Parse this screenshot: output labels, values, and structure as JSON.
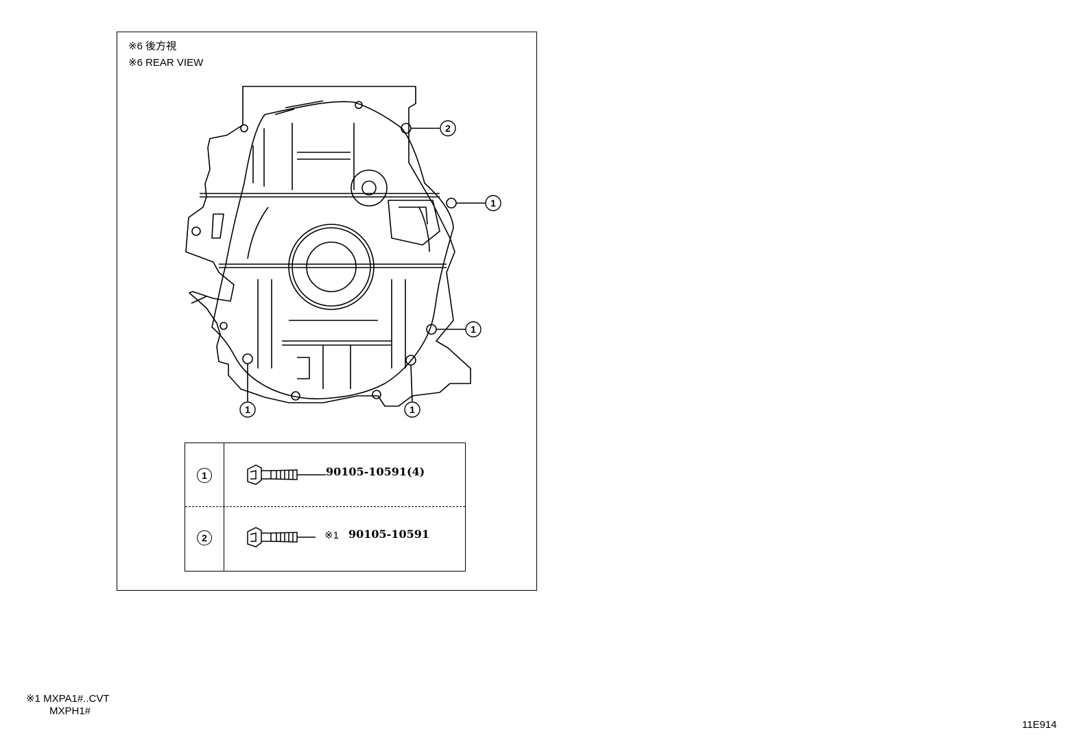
{
  "view": {
    "title_jp": "※6 後方視",
    "title_en": "※6 REAR VIEW"
  },
  "callouts": [
    {
      "id": "2"
    },
    {
      "id": "1"
    },
    {
      "id": "1"
    },
    {
      "id": "1"
    },
    {
      "id": "1"
    }
  ],
  "parts_table": {
    "rows": [
      {
        "ref": "1",
        "note": "",
        "part_number": "90105-10591(4)"
      },
      {
        "ref": "2",
        "note": "※1",
        "part_number": "90105-10591"
      }
    ]
  },
  "footnote": {
    "line1": "※1 MXPA1#..CVT",
    "line2": "MXPH1#"
  },
  "figure_code": "11E914"
}
